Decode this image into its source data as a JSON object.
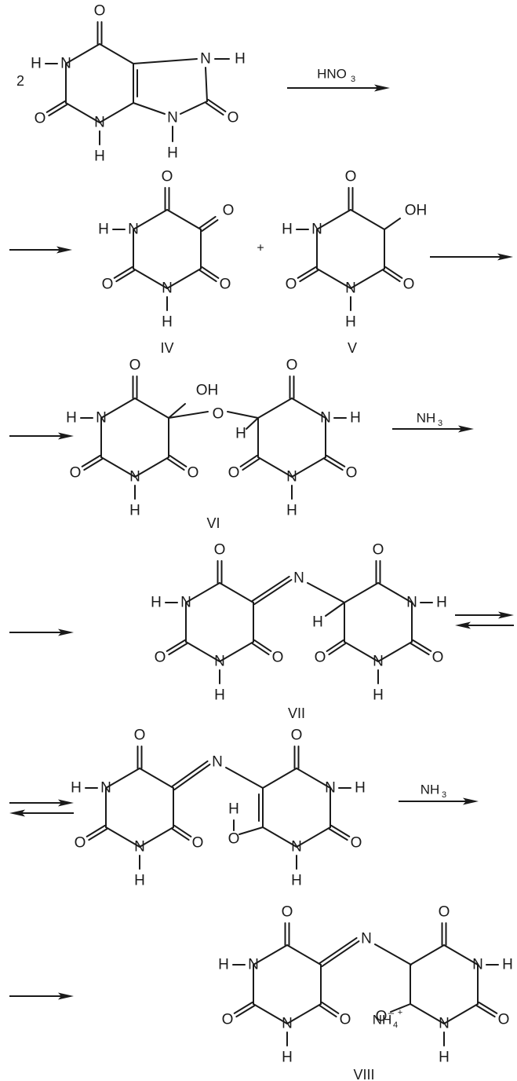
{
  "coefficient": "2",
  "reagents": [
    {
      "base": "HNO",
      "sub": "3"
    },
    {
      "base": "NH",
      "sub": "3"
    },
    {
      "base": "NH",
      "sub": "3"
    }
  ],
  "plus_sign": "+",
  "ammonium": {
    "base": "NH",
    "sub": "4",
    "sup": "+"
  },
  "compound_labels": [
    "IV",
    "V",
    "VI",
    "VII",
    "VIII"
  ],
  "atoms": {
    "O": "O",
    "N": "N",
    "H": "H",
    "OH": "OH",
    "O_minus": "O⁻"
  }
}
